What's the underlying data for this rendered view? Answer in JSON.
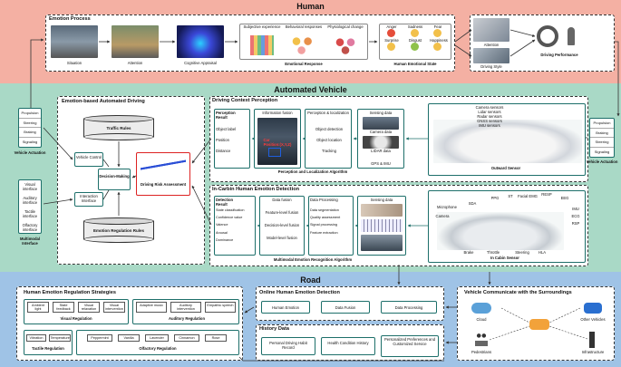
{
  "bands": {
    "human": "Human",
    "vehicle": "Automated Vehicle",
    "road": "Road"
  },
  "emotion_process": {
    "title": "Emotion Process",
    "steps": [
      "Situation",
      "Attention",
      "Cognitive Appraisal",
      "Emotional Response",
      "Human Emotional State"
    ],
    "responses": [
      "Subjective experience",
      "Behavioral responses",
      "Physiological change"
    ],
    "emotions": [
      "Anger",
      "Sadness",
      "Fear",
      "Surprise",
      "Disgust",
      "Happiness"
    ],
    "right": [
      "Attention",
      "Driving Style",
      "Driving Performance"
    ]
  },
  "emotion_driving": {
    "title": "Emotion-based Automated Driving",
    "traffic_rules": "Traffic Rules",
    "vehicle_control": "Vehicle Control",
    "interaction_interface": "Interaction Interface",
    "decision_making": "Decision-Making",
    "risk_assessment": "Driving Risk Assessment",
    "regulation_rules": "Emotion Regulation Rules"
  },
  "left_actuation": {
    "items": [
      "Propulsion",
      "Steering",
      "Braking",
      "Signaling"
    ],
    "label": "Vehicle Actuation"
  },
  "left_interface": {
    "items": [
      "Visual interface",
      "Auditory interface",
      "Tactile interface",
      "Olfactory interface"
    ],
    "label": "Multimodal Interface"
  },
  "right_actuation": {
    "items": [
      "Propulsion",
      "Braking",
      "Steering",
      "Signaling"
    ],
    "label": "Vehicle Actuation"
  },
  "perception": {
    "title": "Driving Context Perception",
    "result_title": "Perception Result",
    "result_items": [
      "Object label",
      "Position",
      "Distance"
    ],
    "fusion_title": "Information fusion",
    "car_label": "Car",
    "car_pos": "Position:(X,Y,Z)",
    "loc_title": "Perception & localization",
    "loc_items": [
      "Object detection",
      "Object location",
      "Tracking"
    ],
    "sensing_title": "Sensing data",
    "sensing_items": [
      "Camera data",
      "LIDAR data",
      "GPS & IMU"
    ],
    "algorithm": "Perception and Localization Algorithm",
    "sensors": [
      "Camera sensors",
      "Lidar sensors",
      "Radar sensors",
      "GNSS sensors",
      "IMU sensors"
    ],
    "outward": "Outward Sensor"
  },
  "detection": {
    "title": "In-Carbin Human Emotion Detection",
    "result_title": "Detection Result",
    "result_items": [
      "State classification",
      "Confidence value",
      "Valence",
      "Arousal",
      "Dominance"
    ],
    "fusion_title": "Data fusion",
    "fusion_items": [
      "Feature-level fusion",
      "Decision-level fusion",
      "Model-level fusion"
    ],
    "processing_title": "Data Processing",
    "processing_items": [
      "Data segmentation",
      "Quality assessment",
      "Signal processing",
      "Feature extraction"
    ],
    "sensing_title": "Sensing data",
    "algorithm": "Multimodal Emotion Recognition Algorithm",
    "sensor_labels": [
      "Microphone",
      "Camera",
      "SDA",
      "PPG",
      "ST",
      "Facial EMG",
      "RESP",
      "EEG",
      "IMU",
      "ECG",
      "RSP",
      "Brake",
      "Throttle",
      "Steering",
      "HLA"
    ],
    "incabin": "In Cabin Sensor"
  },
  "road": {
    "strategies_title": "Human Emotion Regulation Strategies",
    "visual": [
      "Ambient light",
      "State feedback",
      "Visual relaxation",
      "Visual intervention"
    ],
    "visual_label": "Visual Regulation",
    "auditory": [
      "Adaptive music",
      "Auditory intervention",
      "Empathic speech"
    ],
    "auditory_label": "Auditory Regulation",
    "tactile": [
      "Vibration",
      "Temperature"
    ],
    "tactile_label": "Tactile Regulation",
    "olfactory": [
      "Peppermint",
      "Vanilla",
      "Lavender",
      "Cinnamon",
      "Rose"
    ],
    "olfactory_label": "Olfactory Regulation",
    "online_title": "Online Human Emotion Detection",
    "online_items": [
      "Human Emotion",
      "Data Fusion",
      "Data Processing"
    ],
    "history_title": "History Data",
    "history_items": [
      "Personal Driving Habit Record",
      "Health Condition History",
      "Personalized Preferences and Customized Service"
    ],
    "communicate_title": "Vehicle Communicate with the Surroundings",
    "communicate_items": [
      "Cloud",
      "Other Vehicles",
      "Pedestrians",
      "Infrastructure"
    ]
  },
  "colors": {
    "human_band": "#f4b0a3",
    "vehicle_band": "#a9d9c6",
    "road_band": "#9fc3e6",
    "teal_line": "#1d6f6a",
    "arrow": "#333333"
  }
}
